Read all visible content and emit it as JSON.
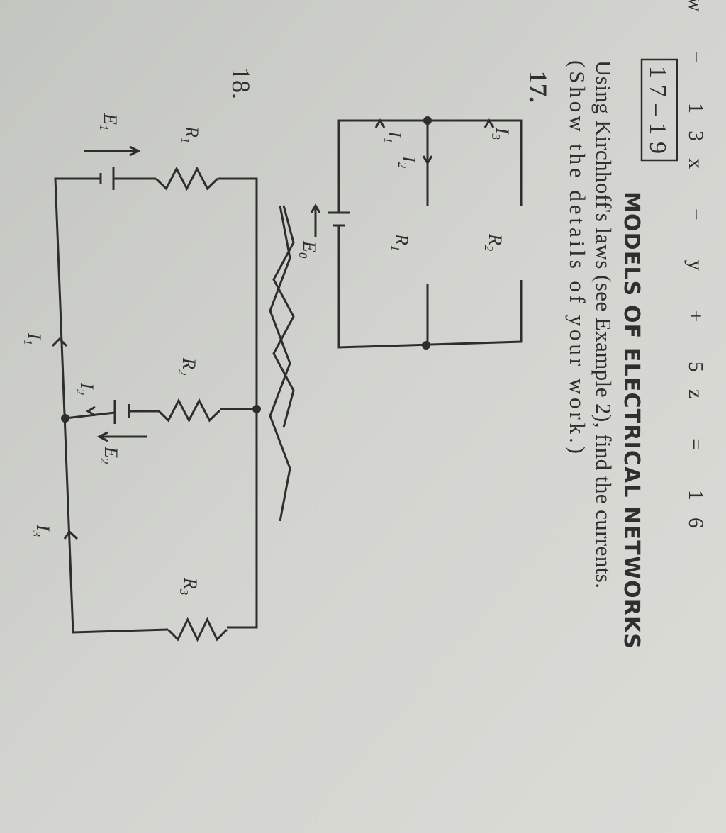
{
  "page": {
    "equation": "w − 13x − y + 5z = 16",
    "section_box": "17–19",
    "heading": "MODELS OF ELECTRICAL NETWORKS",
    "instruction_line1": "Using Kirchhoff's laws (see Example 2), find the currents.",
    "instruction_line2": "(Show the details of your work.)"
  },
  "problem17": {
    "number": "17.",
    "labels": {
      "R1": {
        "sym": "R",
        "sub": "1"
      },
      "R2": {
        "sym": "R",
        "sub": "2"
      },
      "I1": {
        "sym": "I",
        "sub": "1"
      },
      "I2": {
        "sym": "I",
        "sub": "2"
      },
      "I3": {
        "sym": "I",
        "sub": "3"
      },
      "E0": {
        "sym": "E",
        "sub": "0"
      }
    }
  },
  "problem18": {
    "number": "18.",
    "labels": {
      "R1": {
        "sym": "R",
        "sub": "1"
      },
      "R2": {
        "sym": "R",
        "sub": "2"
      },
      "R3": {
        "sym": "R",
        "sub": "3"
      },
      "E1": {
        "sym": "E",
        "sub": "1"
      },
      "E2": {
        "sym": "E",
        "sub": "2"
      },
      "I1": {
        "sym": "I",
        "sub": "1"
      },
      "I2": {
        "sym": "I",
        "sub": "2"
      },
      "I3": {
        "sym": "I",
        "sub": "3"
      }
    }
  },
  "colors": {
    "paper": "#cfd0cb",
    "ink": "#2e2e2e"
  }
}
